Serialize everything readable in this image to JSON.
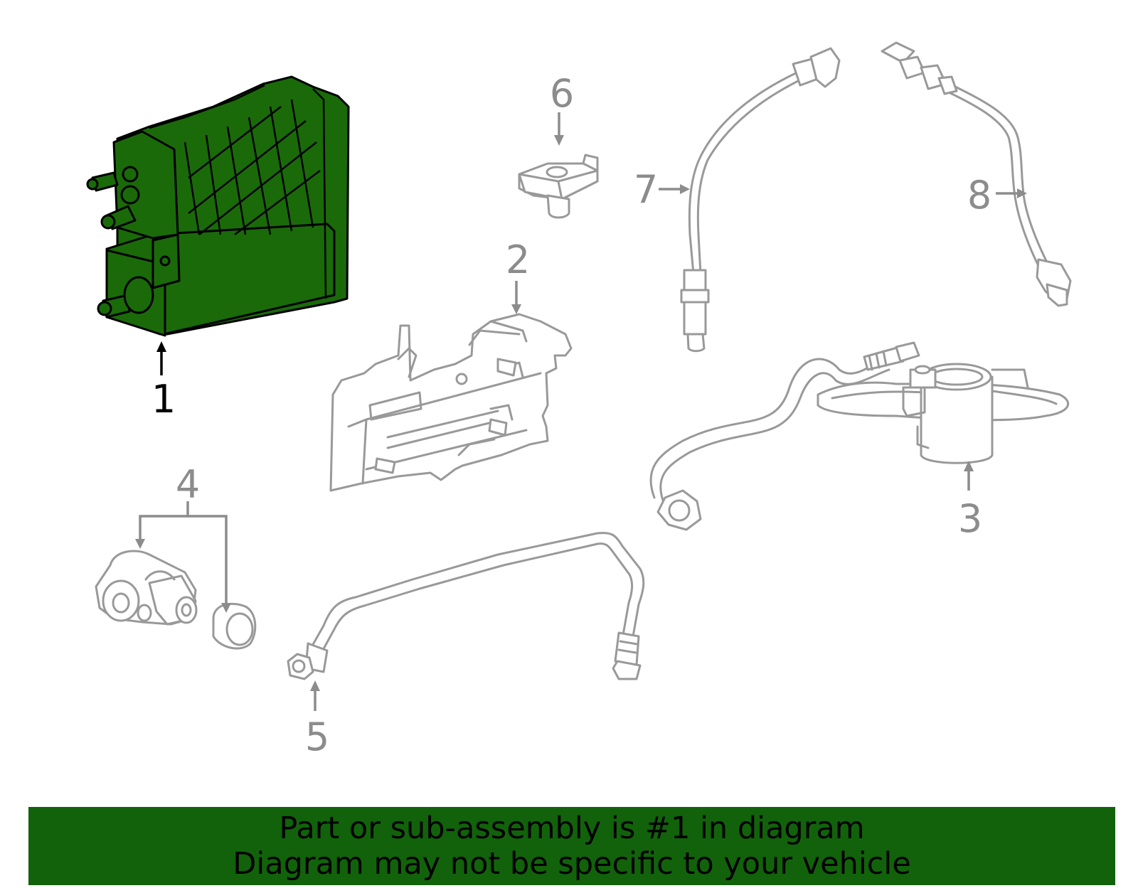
{
  "diagram": {
    "callouts": [
      {
        "number": "1",
        "selected": true
      },
      {
        "number": "2",
        "selected": false
      },
      {
        "number": "3",
        "selected": false
      },
      {
        "number": "4",
        "selected": false
      },
      {
        "number": "5",
        "selected": false
      },
      {
        "number": "6",
        "selected": false
      },
      {
        "number": "7",
        "selected": false
      },
      {
        "number": "8",
        "selected": false
      }
    ],
    "colors": {
      "selected_part_fill": "#1a6a0a",
      "unselected_part_stroke": "#999999",
      "callout_gray": "#8c8c8c",
      "banner_background": "#12620b"
    }
  },
  "banner": {
    "line1": "Part or sub-assembly is #1 in diagram",
    "line2": "Diagram may not be specific to your vehicle"
  }
}
